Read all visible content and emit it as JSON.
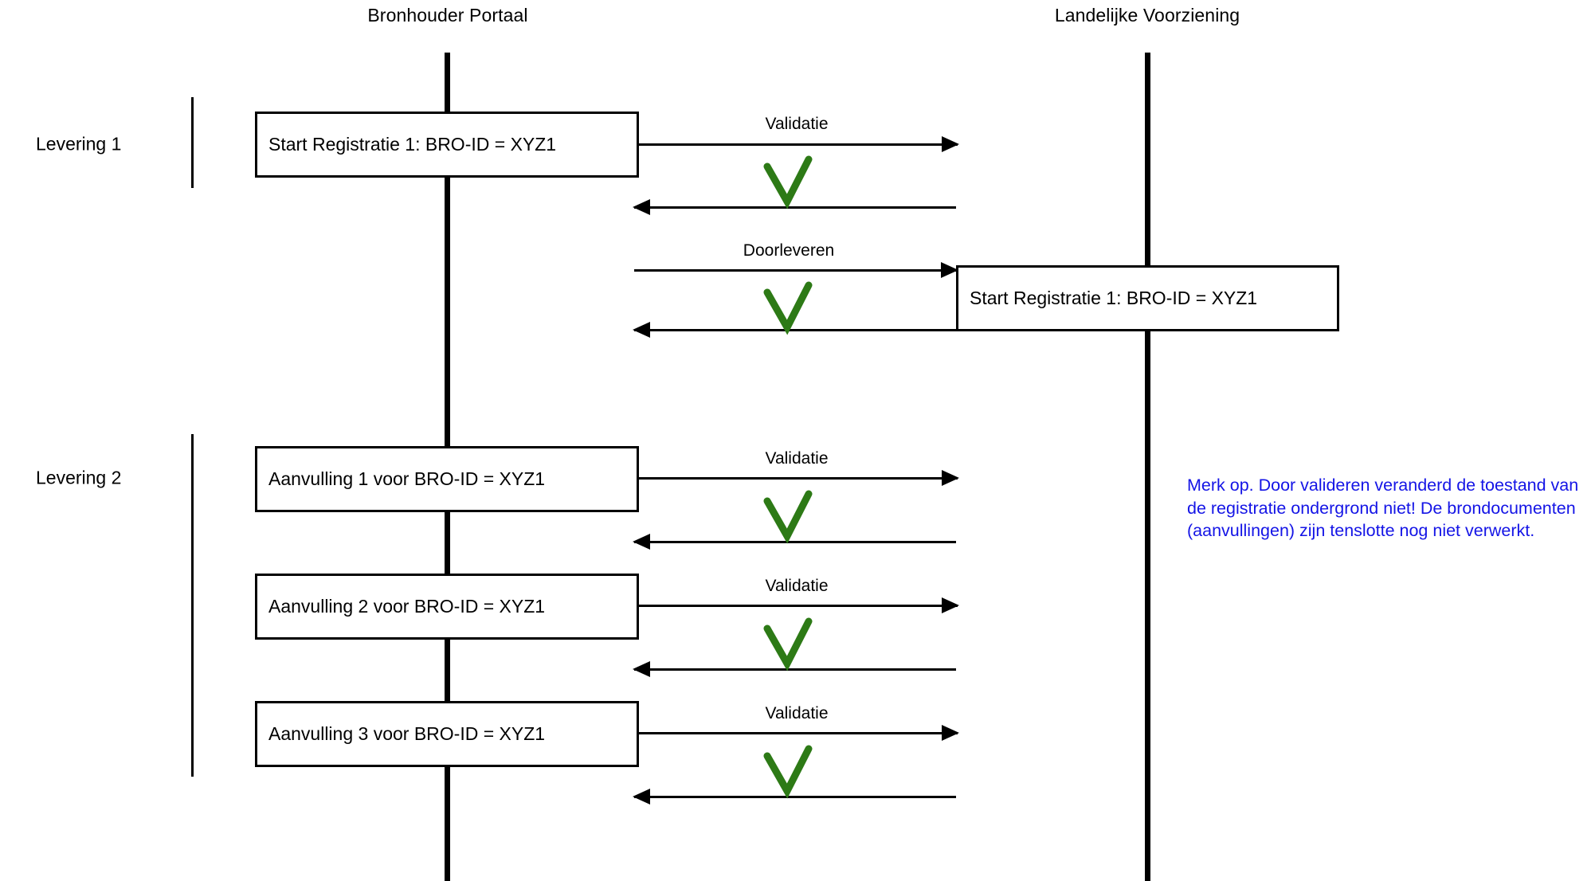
{
  "diagram": {
    "title_left": "Bronhouder Portaal",
    "title_right": "Landelijke Voorziening",
    "note_color": "#1414e6",
    "check_color": "#2d7a16",
    "line_color": "#000000"
  },
  "lifelines": [
    {
      "name": "bronhouder-portaal",
      "label": "Bronhouder Portaal"
    },
    {
      "name": "landelijke-voorziening",
      "label": "Landelijke Voorziening"
    }
  ],
  "phases": [
    {
      "name": "levering-1",
      "label": "Levering 1"
    },
    {
      "name": "levering-2",
      "label": "Levering 2"
    }
  ],
  "boxes": {
    "start_registratie_left": "Start Registratie 1: BRO-ID = XYZ1",
    "start_registratie_right": "Start Registratie 1: BRO-ID = XYZ1",
    "aanvulling_1": "Aanvulling 1 voor BRO-ID = XYZ1",
    "aanvulling_2": "Aanvulling 2 voor BRO-ID = XYZ1",
    "aanvulling_3": "Aanvulling 3 voor BRO-ID = XYZ1"
  },
  "messages": {
    "validatie_1": "Validatie",
    "doorleveren": "Doorleveren",
    "validatie_2": "Validatie",
    "validatie_3": "Validatie",
    "validatie_4": "Validatie"
  },
  "note": {
    "text": "Merk  op. Door valideren veranderd de toestand van de registratie ondergrond niet! De brondocumenten (aanvullingen) zijn tenslotte nog niet verwerkt."
  },
  "checkmarks": [
    {
      "name": "check-validatie-1"
    },
    {
      "name": "check-doorleveren"
    },
    {
      "name": "check-validatie-2"
    },
    {
      "name": "check-validatie-3"
    },
    {
      "name": "check-validatie-4"
    }
  ]
}
